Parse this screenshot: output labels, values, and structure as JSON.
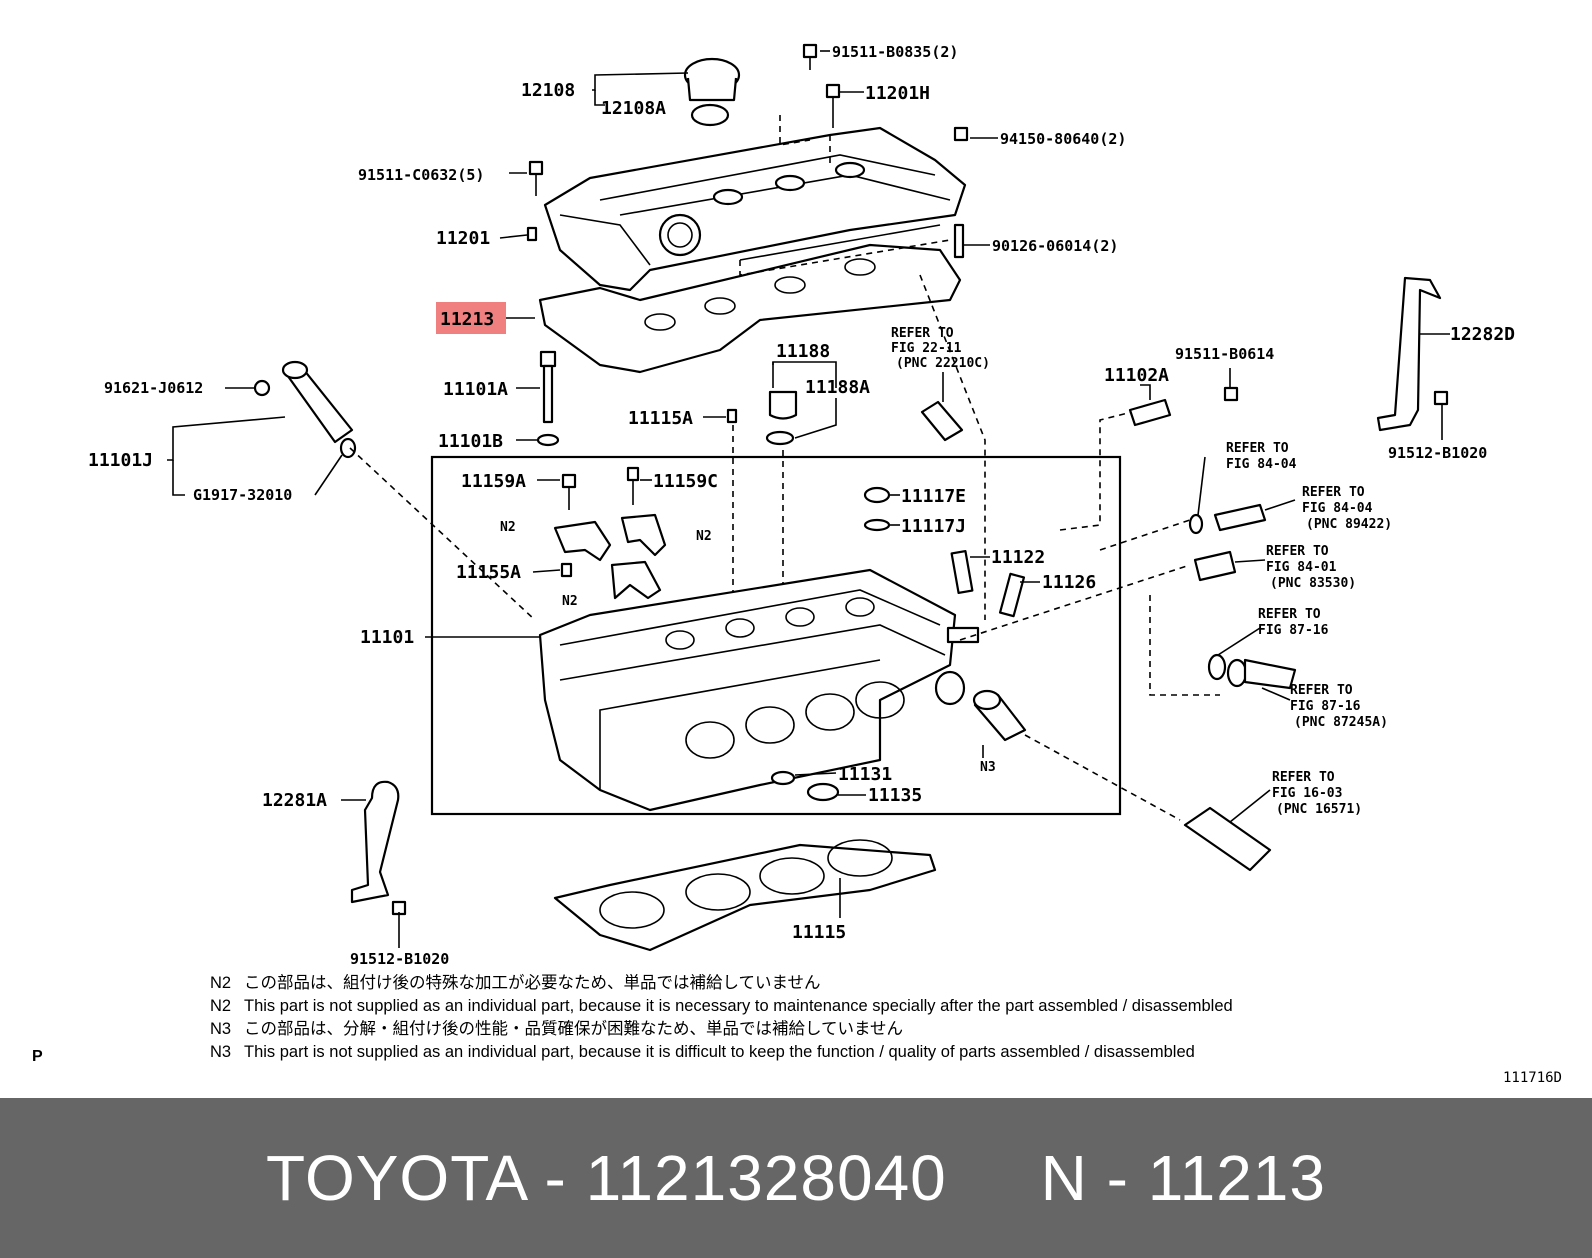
{
  "labels": {
    "p91511_B0835": "91511-B0835(2)",
    "p12108": "12108",
    "p12108A": "12108A",
    "p11201H": "11201H",
    "p94150_80640": "94150-80640(2)",
    "p91511_C0632": "91511-C0632(5)",
    "p11201": "11201",
    "p90126_06014": "90126-06014(2)",
    "p11213": "11213",
    "p11101A": "11101A",
    "p11101B": "11101B",
    "p91621_J0612": "91621-J0612",
    "p11101J": "11101J",
    "pG1917_32010": "G1917-32010",
    "p11188": "11188",
    "p11188A": "11188A",
    "p11115A": "11115A",
    "p11159A": "11159A",
    "p11159C": "11159C",
    "p11155A": "11155A",
    "p11117E": "11117E",
    "p11117J": "11117J",
    "p11122": "11122",
    "p11126": "11126",
    "p11101": "11101",
    "p11131": "11131",
    "p11135": "11135",
    "p12281A": "12281A",
    "p91512_B1020_bottom": "91512-B1020",
    "p11115": "11115",
    "p11102A": "11102A",
    "p91511_B0614": "91511-B0614",
    "p12282D": "12282D",
    "p91512_B1020_right": "91512-B1020",
    "n2_a": "N2",
    "n2_b": "N2",
    "n2_c": "N2",
    "n3": "N3"
  },
  "refs": {
    "fig22_l1": "REFER TO",
    "fig22_l2": "FIG 22-11",
    "fig22_l3": "(PNC 22210C)",
    "fig84a_l1": "REFER TO",
    "fig84a_l2": "FIG 84-04",
    "fig84b_l1": "REFER TO",
    "fig84b_l2": "FIG 84-04",
    "fig84b_l3": "(PNC 89422)",
    "fig8401_l1": "REFER TO",
    "fig8401_l2": "FIG 84-01",
    "fig8401_l3": "(PNC 83530)",
    "fig8716a_l1": "REFER TO",
    "fig8716a_l2": "FIG 87-16",
    "fig8716b_l1": "REFER TO",
    "fig8716b_l2": "FIG 87-16",
    "fig8716b_l3": "(PNC 87245A)",
    "fig1603_l1": "REFER TO",
    "fig1603_l2": "FIG 16-03",
    "fig1603_l3": "(PNC 16571)"
  },
  "notes": [
    {
      "code": "N2",
      "text": "この部品は、組付け後の特殊な加工が必要なため、単品では補給していません"
    },
    {
      "code": "N2",
      "text": "This part is not supplied as an individual part, because it is necessary to maintenance specially after the part assembled / disassembled"
    },
    {
      "code": "N3",
      "text": "この部品は、分解・組付け後の性能・品質確保が困難なため、単品では補給していません"
    },
    {
      "code": "N3",
      "text": "This part is not supplied as an individual part, because it is difficult to keep the function / quality of parts  assembled / disassembled"
    }
  ],
  "corner_mark": "P",
  "figure_code": "111716D",
  "footer": {
    "text": "TOYOTA - 1121328040     N - 11213"
  },
  "colors": {
    "highlight": "#f08080",
    "footer_bg": "#666666",
    "footer_text": "#ffffff"
  }
}
